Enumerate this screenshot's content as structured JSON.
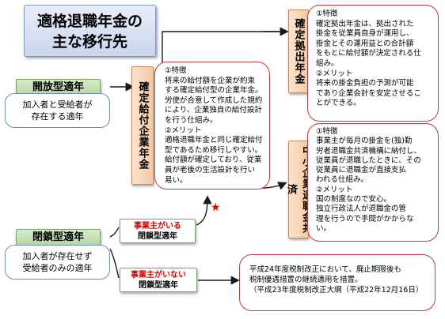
{
  "title": {
    "line1": "適格退職年金の",
    "line2": "主な移行先"
  },
  "open_type": {
    "label": "開放型適年",
    "description_line1": "加入者と受給者が",
    "description_line2": "存在する適年"
  },
  "closed_type": {
    "label": "閉鎖型適年",
    "description_line1": "加入者が存在せず",
    "description_line2": "受給者のみの適年"
  },
  "employer_exists": {
    "red": "事業主がいる",
    "label": "閉鎖型適年"
  },
  "employer_absent": {
    "red": "事業主がいない",
    "label": "閉鎖型適年"
  },
  "star": "★",
  "db": {
    "label": "確定給付企業年金",
    "lines": [
      "①特徴",
      "将来の給付額を企業が約束",
      "する確定給付型の企業年金。",
      "労使が合意して作成した規約",
      "により、企業独自の給付設計",
      "を行う仕組み。",
      "②メリット",
      "適格退職年金と同じ確定給付",
      "型であるため移行しやすい。",
      "給付額が確定しており、従業",
      "員が老後の生活設計を行い",
      "易い。"
    ]
  },
  "dc": {
    "label": "確定拠出年金",
    "lines": [
      "①特徴",
      "確定拠出年金は、拠出された",
      "掛金を従業員自身が運用し、",
      "掛金とその運用益との合計額",
      "をもとに給付額が決定される仕",
      "組み。",
      "②メリット",
      "将来の掛金負担の予測が可能",
      "であり企業会計を安定させるこ",
      "とができる。"
    ]
  },
  "chusho": {
    "label": "中小企業退職金共済",
    "lines": [
      "①特徴",
      "事業主が毎月の掛金を(独)勤",
      "労者退職金共済機構に納付し、",
      "従業員が退職したときに、その",
      "従業員に退職金が直接支払",
      "われる仕組み。",
      "②メリット",
      "国の制度なので安心。",
      "独立行政法人が退職金の管",
      "理を行うので手間がかからな",
      "い。"
    ]
  },
  "abolition": {
    "lines": [
      "平成24年度税制改正において、廃止期限後も",
      "税制優遇措置の継続適用を措置。",
      "（平成23年度税制改正大綱（平成22年12月16日）"
    ]
  },
  "colors": {
    "title_fill": "#c9d5ee",
    "green_fill": "#b5d59f",
    "orange_fill": "#f5c9a3",
    "red_border": "#c0393b",
    "blue_border": "#6c8cc4",
    "star": "#e00000"
  }
}
